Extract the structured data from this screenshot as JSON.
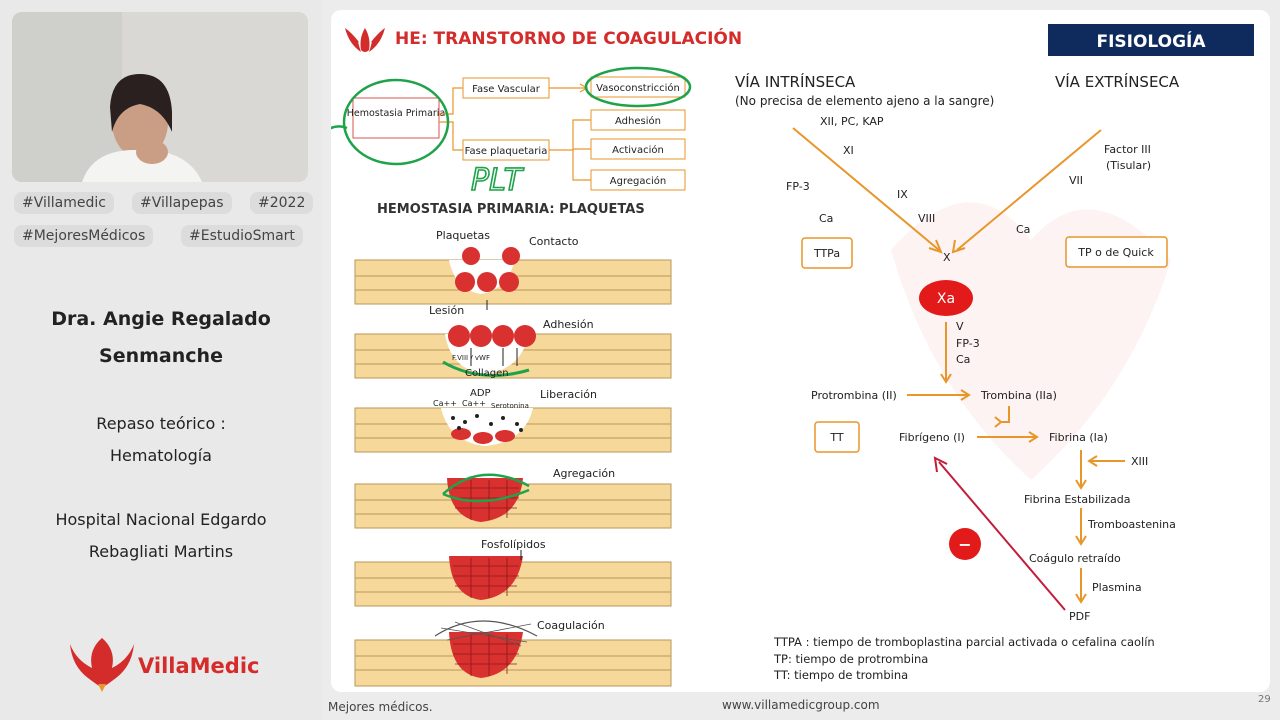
{
  "sidebar": {
    "tags": [
      "#Villamedic",
      "#Villapepas",
      "#2022",
      "#MejoresMédicos",
      "#EstudioSmart"
    ],
    "doctor_line1": "Dra. Angie Regalado",
    "doctor_line2": "Senmanche",
    "topic_line1": "Repaso teórico :",
    "topic_line2": "Hematología",
    "hospital_line1": "Hospital Nacional Edgardo",
    "hospital_line2": "Rebagliati Martins",
    "logo_text": "VillaMedic"
  },
  "slide": {
    "title": "HE: TRANSTORNO DE COAGULACIÓN",
    "section_badge": "FISIOLOGÍA",
    "hemostasis_map": {
      "root": "Hemostasia Primaria",
      "fase_vascular": "Fase Vascular",
      "fase_plaquetaria": "Fase plaquetaria",
      "vasoconstriccion": "Vasoconstricción",
      "adhesion": "Adhesión",
      "activacion": "Activación",
      "agregacion": "Agregación",
      "handwritten": "PLT"
    },
    "platelets": {
      "heading": "HEMOSTASIA PRIMARIA: PLAQUETAS",
      "plaquetas": "Plaquetas",
      "contacto": "Contacto",
      "lesion": "Lesión",
      "adhesion": "Adhesión",
      "fviii": "F.VIII / vWF",
      "collagen": "Collagen",
      "adp": "ADP",
      "ca1": "Ca++",
      "ca2": "Ca++",
      "serotonina": "Serotonina",
      "liberacion": "Liberación",
      "agregacion": "Agregación",
      "fosfolipidos": "Fosfolípidos",
      "coagulacion": "Coagulación"
    },
    "cascade": {
      "via_intrinseca": "VÍA INTRÍNSECA",
      "intrinseca_note": "(No precisa de elemento ajeno a la sangre)",
      "via_extrinseca": "VÍA EXTRÍNSECA",
      "xii": "XII, PC, KAP",
      "xi": "XI",
      "fp3_a": "FP-3",
      "ix": "IX",
      "ca_a": "Ca",
      "viii": "VIII",
      "ttpa": "TTPa",
      "factor3_line1": "Factor III",
      "factor3_line2": "(Tisular)",
      "vii": "VII",
      "ca_b": "Ca",
      "tp_quick": "TP o de Quick",
      "x": "X",
      "xa": "Xa",
      "v": "V",
      "fp3_b": "FP-3",
      "ca_c": "Ca",
      "protrombina": "Protrombina (II)",
      "trombina": "Trombina (IIa)",
      "tt": "TT",
      "fibrinogeno": "Fibrígeno (I)",
      "fibrina": "Fibrina (Ia)",
      "xiii": "XIII",
      "fibrina_est": "Fibrina Estabilizada",
      "tromboastenina": "Tromboastenina",
      "coagulo": "Coágulo retraído",
      "plasmina": "Plasmina",
      "pdf": "PDF",
      "minus": "−"
    },
    "legend": {
      "ttpa": "TTPA : tiempo de tromboplastina parcial activada o cefalina caolín",
      "tp": "TP: tiempo de protrombina",
      "tt": "TT: tiempo de trombina"
    }
  },
  "footer": {
    "left": "Mejores médicos.",
    "center": "www.villamedicgroup.com",
    "page": "29"
  },
  "colors": {
    "brand_red": "#d42b2b",
    "navy": "#0f2a5c",
    "orange": "#e8962a",
    "green": "#1fa34a",
    "vessel": "#f6d99a",
    "platelet": "#d93030"
  }
}
